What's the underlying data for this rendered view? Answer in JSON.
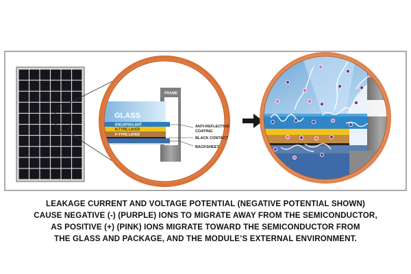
{
  "diagram": {
    "layers": {
      "glass": "GLASS",
      "encapsulant": "ENCAPSULANT",
      "n_type": "N-TYPE LAYER",
      "p_type": "P-TYPE LAYER",
      "frame": "FRAME"
    },
    "callouts": {
      "anti_reflective_line1": "ANTI-REFLECTIVE",
      "anti_reflective_line2": "COATING",
      "black_contact": "BLACK CONTACT",
      "backsheet": "BACKSHEET"
    },
    "caption_lines": [
      "LEAKAGE CURRENT AND VOLTAGE POTENTIAL (NEGATIVE POTENTIAL SHOWN)",
      "CAUSE NEGATIVE (-) (PURPLE) IONS TO MIGRATE AWAY FROM THE SEMICONDUCTOR,",
      "AS POSITIVE (+) (PINK) IONS MIGRATE TOWARD THE SEMICONDUCTOR FROM",
      "THE GLASS AND PACKAGE, AND THE MODULE’S EXTERNAL ENVIRONMENT."
    ],
    "colors": {
      "panel_frame": "#9a9a9a",
      "cell": "#15151c",
      "halo": "#e8824a",
      "glass": "#9ec7e8",
      "encapsulant": "#2a7fc0",
      "n_type": "#f2c21b",
      "p_type": "#b07a3c",
      "frame": "#8a8a8a",
      "ion_negative": "#6a3a8e",
      "ion_positive": "#d86aa0",
      "arrow": "#1a1a1a"
    },
    "icons": [
      "solar-panel",
      "magnifier-circle",
      "right-arrow-icon",
      "ion-migration-detail"
    ]
  }
}
